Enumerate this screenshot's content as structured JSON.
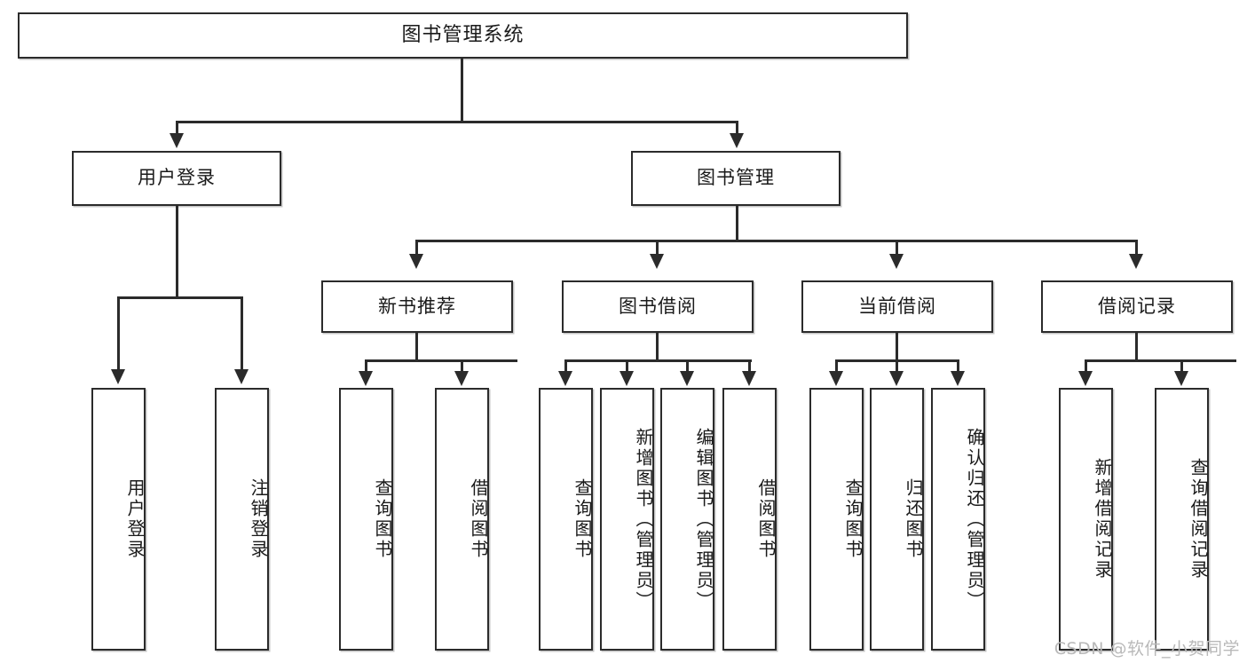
{
  "diagram": {
    "title": "图书管理系统",
    "type": "hierarchy-tree",
    "root": {
      "label": "图书管理系统"
    },
    "level2": [
      {
        "label": "用户登录"
      },
      {
        "label": "图书管理"
      }
    ],
    "level3": [
      {
        "label": "新书推荐"
      },
      {
        "label": "图书借阅"
      },
      {
        "label": "当前借阅"
      },
      {
        "label": "借阅记录"
      }
    ],
    "leaves": {
      "user_login": [
        {
          "label": "用户登录"
        },
        {
          "label": "注销登录"
        }
      ],
      "new_book_recommend": [
        {
          "label": "查询图书"
        },
        {
          "label": "借阅图书"
        }
      ],
      "book_borrow": [
        {
          "label": "查询图书"
        },
        {
          "label": "新增图书（管理员）"
        },
        {
          "label": "编辑图书（管理员）"
        },
        {
          "label": "借阅图书"
        }
      ],
      "current_borrow": [
        {
          "label": "查询图书"
        },
        {
          "label": "归还图书"
        },
        {
          "label": "确认归还（管理员）"
        }
      ],
      "borrow_record": [
        {
          "label": "新增借阅记录"
        },
        {
          "label": "查询借阅记录"
        }
      ]
    }
  },
  "watermark": {
    "text": "CSDN @软件_小贺同学"
  },
  "colors": {
    "stroke": "#2b2b2b",
    "text": "#1a1a1a",
    "background": "#ffffff",
    "watermark": "#b9b9b9"
  }
}
